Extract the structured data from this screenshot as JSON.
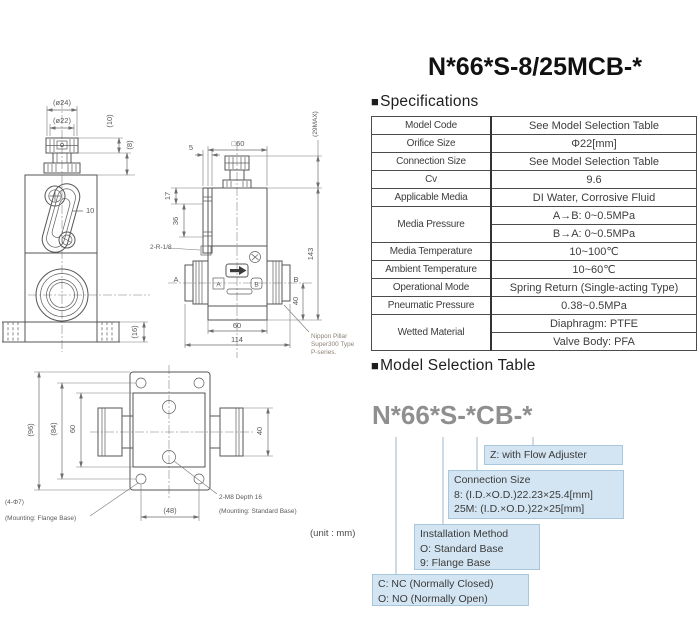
{
  "page": {
    "title": "N*66*S-8/25MCB-*",
    "unit_note": "(unit : mm)"
  },
  "specifications": {
    "marker": "■",
    "heading": "Specifications",
    "rows": [
      {
        "label": "Model Code",
        "value": "See Model Selection Table"
      },
      {
        "label": "Orifice Size",
        "value": "Φ22[mm]"
      },
      {
        "label": "Connection Size",
        "value": "See Model Selection Table"
      },
      {
        "label": "Cv",
        "value": "9.6"
      },
      {
        "label": "Applicable Media",
        "value": "DI Water, Corrosive Fluid"
      },
      {
        "label": "Media Pressure",
        "values": [
          "A→B: 0~0.5MPa",
          "B→A: 0~0.5MPa"
        ]
      },
      {
        "label": "Media Temperature",
        "value": "10~100℃"
      },
      {
        "label": "Ambient Temperature",
        "value": "10~60℃"
      },
      {
        "label": "Operational Mode",
        "value": "Spring Return (Single-acting Type)"
      },
      {
        "label": "Pneumatic Pressure",
        "value": "0.38~0.5MPa"
      },
      {
        "label": "Wetted Material",
        "values": [
          "Diaphragm: PTFE",
          "Valve Body: PFA"
        ]
      }
    ]
  },
  "model_selection": {
    "marker": "■",
    "heading": "Model Selection Table",
    "model_code": "N*66*S-*CB-*",
    "flow_adjuster": {
      "line1": "Z: with Flow Adjuster"
    },
    "connection_size": {
      "line1": "Connection Size",
      "line2": "8: (I.D.×O.D.)22.23×25.4[mm]",
      "line3": "25M: (I.D.×O.D.)22×25[mm]"
    },
    "installation": {
      "line1": "Installation Method",
      "line2": "O: Standard Base",
      "line3": "9: Flange Base"
    },
    "mode": {
      "line1": "C: NC (Normally Closed)",
      "line2": "O: NO (Normally Open)"
    }
  },
  "drawing": {
    "front": {
      "dia24": "(ø24)",
      "dia22": "(ø22)",
      "h10": "(10)",
      "h8": "(8)",
      "lever": "10",
      "base16": "(16)"
    },
    "side": {
      "t5": "5",
      "sq60": "□60",
      "max29": "(29MAX)",
      "v17": "17",
      "v36": "36",
      "v143": "143",
      "v40": "40",
      "w60": "60",
      "w114": "114",
      "port": "2-R-1/8",
      "port_a": "A",
      "port_b": "B",
      "badge_a": "A",
      "badge_b": "B",
      "brand1": "Nippon Pillar",
      "brand2": "Super300 Type",
      "brand3": "P-series."
    },
    "bottom": {
      "v96": "(96)",
      "v84": "(84)",
      "v60": "60",
      "v40": "40",
      "w48": "(48)",
      "holes": "(4-Φ7)",
      "flange_note": "(Mounting: Flange Base)",
      "m8": "2-M8 Depth 16",
      "m8_note": "(Mounting: Standard Base)"
    }
  }
}
